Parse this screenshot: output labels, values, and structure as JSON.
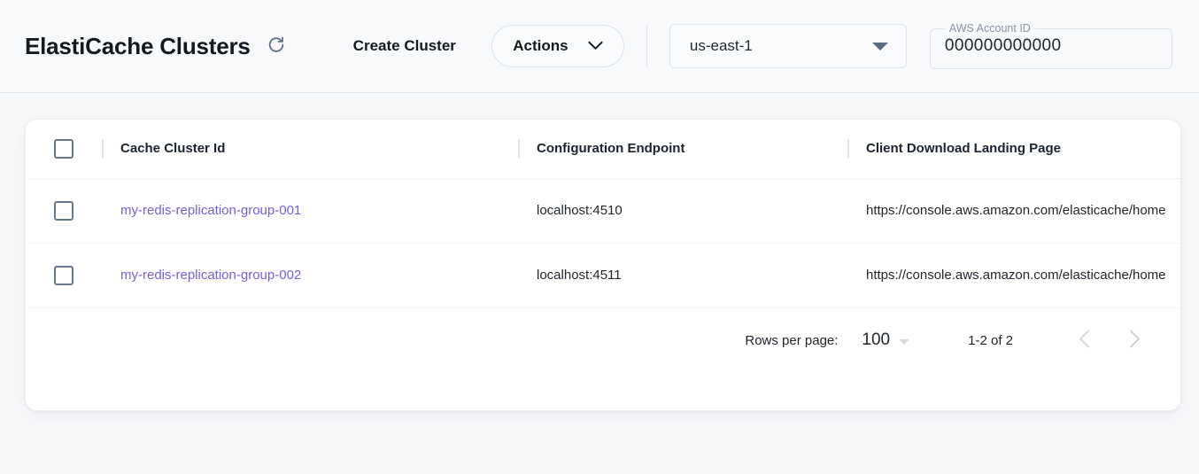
{
  "header": {
    "title": "ElastiCache Clusters",
    "refresh_icon": "refresh-icon",
    "create_cluster_label": "Create Cluster",
    "actions_label": "Actions",
    "actions_icon": "chevron-down-icon",
    "region": {
      "value": "us-east-1",
      "icon": "triangle-down-icon"
    },
    "account": {
      "label": "AWS Account ID",
      "value": "000000000000"
    }
  },
  "table": {
    "select_all_checkbox": "unchecked",
    "columns": [
      "Cache Cluster Id",
      "Configuration Endpoint",
      "Client Download Landing Page"
    ],
    "rows": [
      {
        "checkbox": "unchecked",
        "cluster_id": "my-redis-replication-group-001",
        "endpoint": "localhost:4510",
        "landing_page": "https://console.aws.amazon.com/elasticache/home"
      },
      {
        "checkbox": "unchecked",
        "cluster_id": "my-redis-replication-group-002",
        "endpoint": "localhost:4511",
        "landing_page": "https://console.aws.amazon.com/elasticache/home"
      }
    ]
  },
  "pagination": {
    "rows_per_page_label": "Rows per page:",
    "rows_per_page_value": "100",
    "range_label": "1-2 of 2",
    "prev_icon": "chevron-left-icon",
    "next_icon": "chevron-right-icon"
  },
  "colors": {
    "link": "#6f62e0",
    "page_bg": "#f7f8fa",
    "card_bg": "#ffffff",
    "border": "#dfe3e8"
  }
}
